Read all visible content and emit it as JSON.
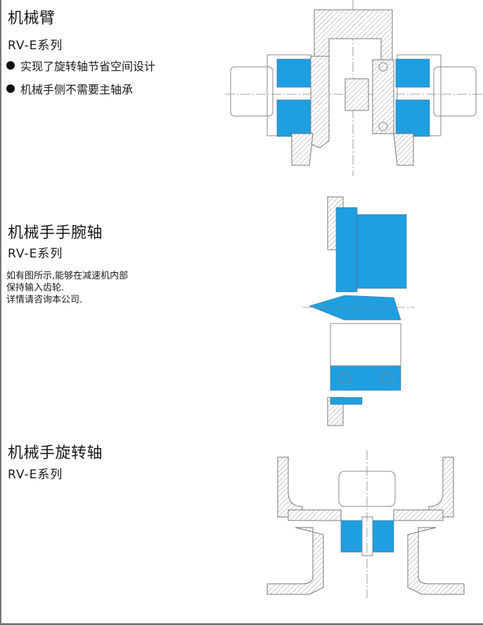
{
  "sections": [
    {
      "title": "机械臂",
      "series": "RV-E系列",
      "bullets": [
        "实现了旋转轴节省空间设计",
        "机械手侧不需要主轴承"
      ]
    },
    {
      "title": "机械手手腕轴",
      "series": "RV-E系列",
      "description": [
        "如有图所示,能够在减速机内部",
        "保持输入齿轮.",
        "详情请咨询本公司."
      ]
    },
    {
      "title": "机械手旋转轴",
      "series": "RV-E系列"
    }
  ],
  "colors": {
    "reducer_blue": "#1f9fe0",
    "line_gray": "#888888"
  }
}
